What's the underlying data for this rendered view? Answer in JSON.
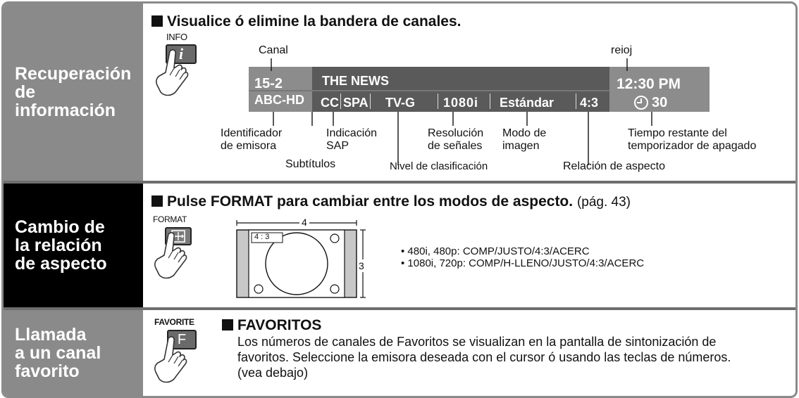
{
  "sections": {
    "info": {
      "label": "Recuperación\nde\ninformación",
      "heading": "Visualice ó elimine la bandera de canales.",
      "button_label": "INFO",
      "button_glyph": "i",
      "banner": {
        "channel": "15-2",
        "station": "ABC-HD",
        "program": "THE NEWS",
        "cc": "CC",
        "sap": "SPA",
        "rating": "TV-G",
        "resolution": "1080i",
        "picture_mode": "Estándar",
        "aspect": "4:3",
        "clock": "12:30 PM",
        "sleep": "30"
      },
      "callouts": {
        "canal": "Canal",
        "reloj": "reioj",
        "station_id": "Identificador\nde emisora",
        "sap": "Indicación\nSAP",
        "resolution": "Resolución\nde señales",
        "picture_mode": "Modo de\nimagen",
        "sleep_timer": "Tiempo restante del\ntemporizador de apagado",
        "subtitles": "Subtítulos",
        "rating": "Nivel de clasificación",
        "aspect": "Relación de aspecto"
      }
    },
    "format": {
      "label": "Cambio de\nla relación\nde aspecto",
      "heading_bold": "Pulse FORMAT para cambiar entre los modos de aspecto.",
      "heading_ref": "(pág. 43)",
      "button_label": "FORMAT",
      "diagram": {
        "width_label": "4",
        "height_label": "3",
        "tag": "4 : 3"
      },
      "bullets": [
        "• 480i, 480p:  COMP/JUSTO/4:3/ACERC",
        "• 1080i, 720p:  COMP/H-LLENO/JUSTO/4:3/ACERC"
      ]
    },
    "favorite": {
      "label": "Llamada\na un canal\nfavorito",
      "button_label": "FAVORITE",
      "button_glyph": "F",
      "heading": "FAVORITOS",
      "body": "Los números de canales de Favoritos se visualizan en la pantalla de sintonización de favoritos. Seleccione la emisora deseada con el cursor ó usando las teclas de números. (vea debajo)"
    }
  },
  "colors": {
    "label_gray": "#8a8a8a",
    "label_black": "#000000",
    "banner": "#5a5a5a",
    "banner_left": "#8c8c8c"
  },
  "icons": [
    "hand-press-icon",
    "clock-icon"
  ]
}
